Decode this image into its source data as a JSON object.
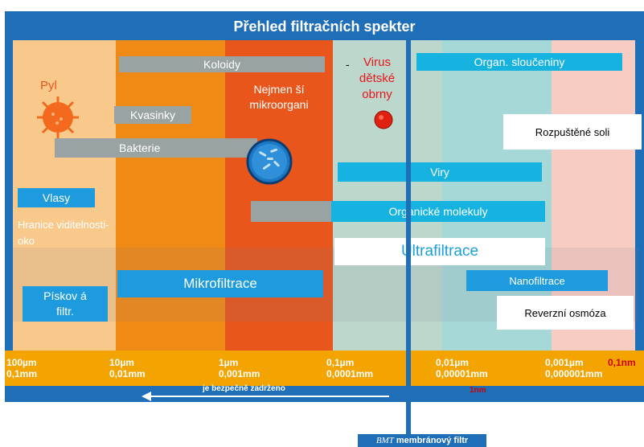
{
  "title": "Přehled filtračních spekter",
  "columns": [
    {
      "color": "#f9c98b"
    },
    {
      "color": "#f08a16"
    },
    {
      "color": "#e8561c"
    },
    {
      "color": "#bcd7cc"
    },
    {
      "color": "#a7d8d8"
    },
    {
      "color": "#f7ccc2"
    }
  ],
  "labels": {
    "koloidy": "Koloidy",
    "pyl": "Pyl",
    "kvasinky": "Kvasinky",
    "nejmensi": "Nejmen ší mikroorgani",
    "virus_prefix": "-",
    "virus": "Virus dětské obrny",
    "organ_slouceniny": "Organ. sloučeniny",
    "rozpustene_soli": "Rozpuštěné soli",
    "bakterie": "Bakterie",
    "viry": "Viry",
    "vlasy": "Vlasy",
    "hranice": "Hranice viditelnosti-oko",
    "organicke_molekuly": "Organické molekuly",
    "ultrafiltrace": "Ultrafiltrace",
    "mikrofiltrace": "Mikrofiltrace",
    "piskov": "Pískov á filtr.",
    "nanofiltrace": "Nanofiltrace",
    "reverzni_osmoza": "Reverzní osmóza"
  },
  "scale": [
    {
      "top": "100µm",
      "bottom": "0,1mm"
    },
    {
      "top": "10µm",
      "bottom": "0,01mm"
    },
    {
      "top": "1µm",
      "bottom": "0,001mm"
    },
    {
      "top": "0,1µm",
      "bottom": "0,0001mm"
    },
    {
      "top": "0,01µm",
      "bottom": "0,00001mm"
    },
    {
      "top": "0,001µm",
      "bottom": "0,000001mm"
    }
  ],
  "scale_extra": "0,1nm",
  "footer": {
    "arrow_text": "je bezpečně zadrženo",
    "one_nm": "1nm",
    "bmt_brand": "BMT",
    "bmt_text": "membránový filtr"
  }
}
